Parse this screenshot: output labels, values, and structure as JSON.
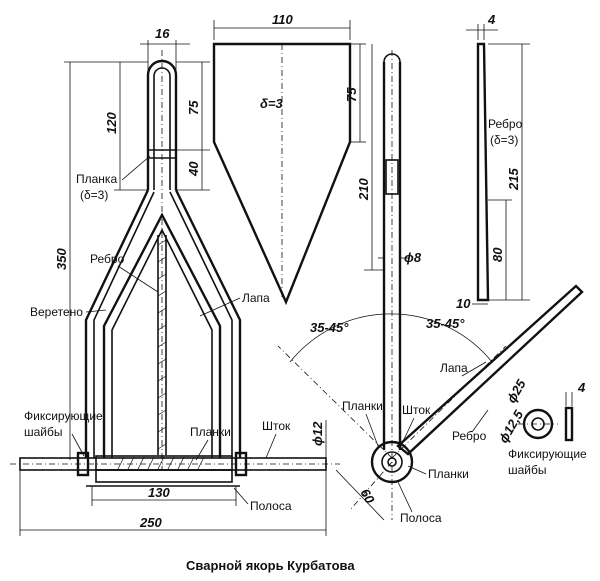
{
  "caption": "Сварной якорь Курбатова",
  "labels": {
    "planka_left": "Планка",
    "planka_left_thickness": "(δ=3)",
    "rebro_left": "Ребро",
    "vereteno": "Веретено",
    "lapa_mid": "Лапа",
    "fix_washers_left_1": "Фиксирующие",
    "fix_washers_left_2": "шайбы",
    "planki_bottom": "Планки",
    "shtok_bottom": "Шток",
    "polosa_bottom": "Полоса",
    "plate_thickness": "δ=3",
    "rebro_right": "Ребро",
    "rebro_right_thickness": "(δ=3)",
    "lapa_right": "Лапа",
    "rebro_lower": "Ребро",
    "planki_side": "Планки",
    "shtok_side": "Шток",
    "planki_side_2": "Планки",
    "polosa_side": "Полоса",
    "fix_washers_right_1": "Фиксирующие",
    "fix_washers_right_2": "шайбы"
  },
  "dimensions": {
    "d16": "16",
    "d110": "110",
    "d4_top": "4",
    "d120": "120",
    "d75_left": "75",
    "d40": "40",
    "d350": "350",
    "d75_plate": "75",
    "d210": "210",
    "d215": "215",
    "d80": "80",
    "d10": "10",
    "phi8": "ϕ8",
    "angle_left": "35-45°",
    "angle_right": "35-45°",
    "phi12": "ϕ12",
    "d130": "130",
    "d250": "250",
    "d60": "60",
    "phi25": "ϕ25",
    "phi12_5": "ϕ12,5",
    "d4_washer": "4"
  }
}
